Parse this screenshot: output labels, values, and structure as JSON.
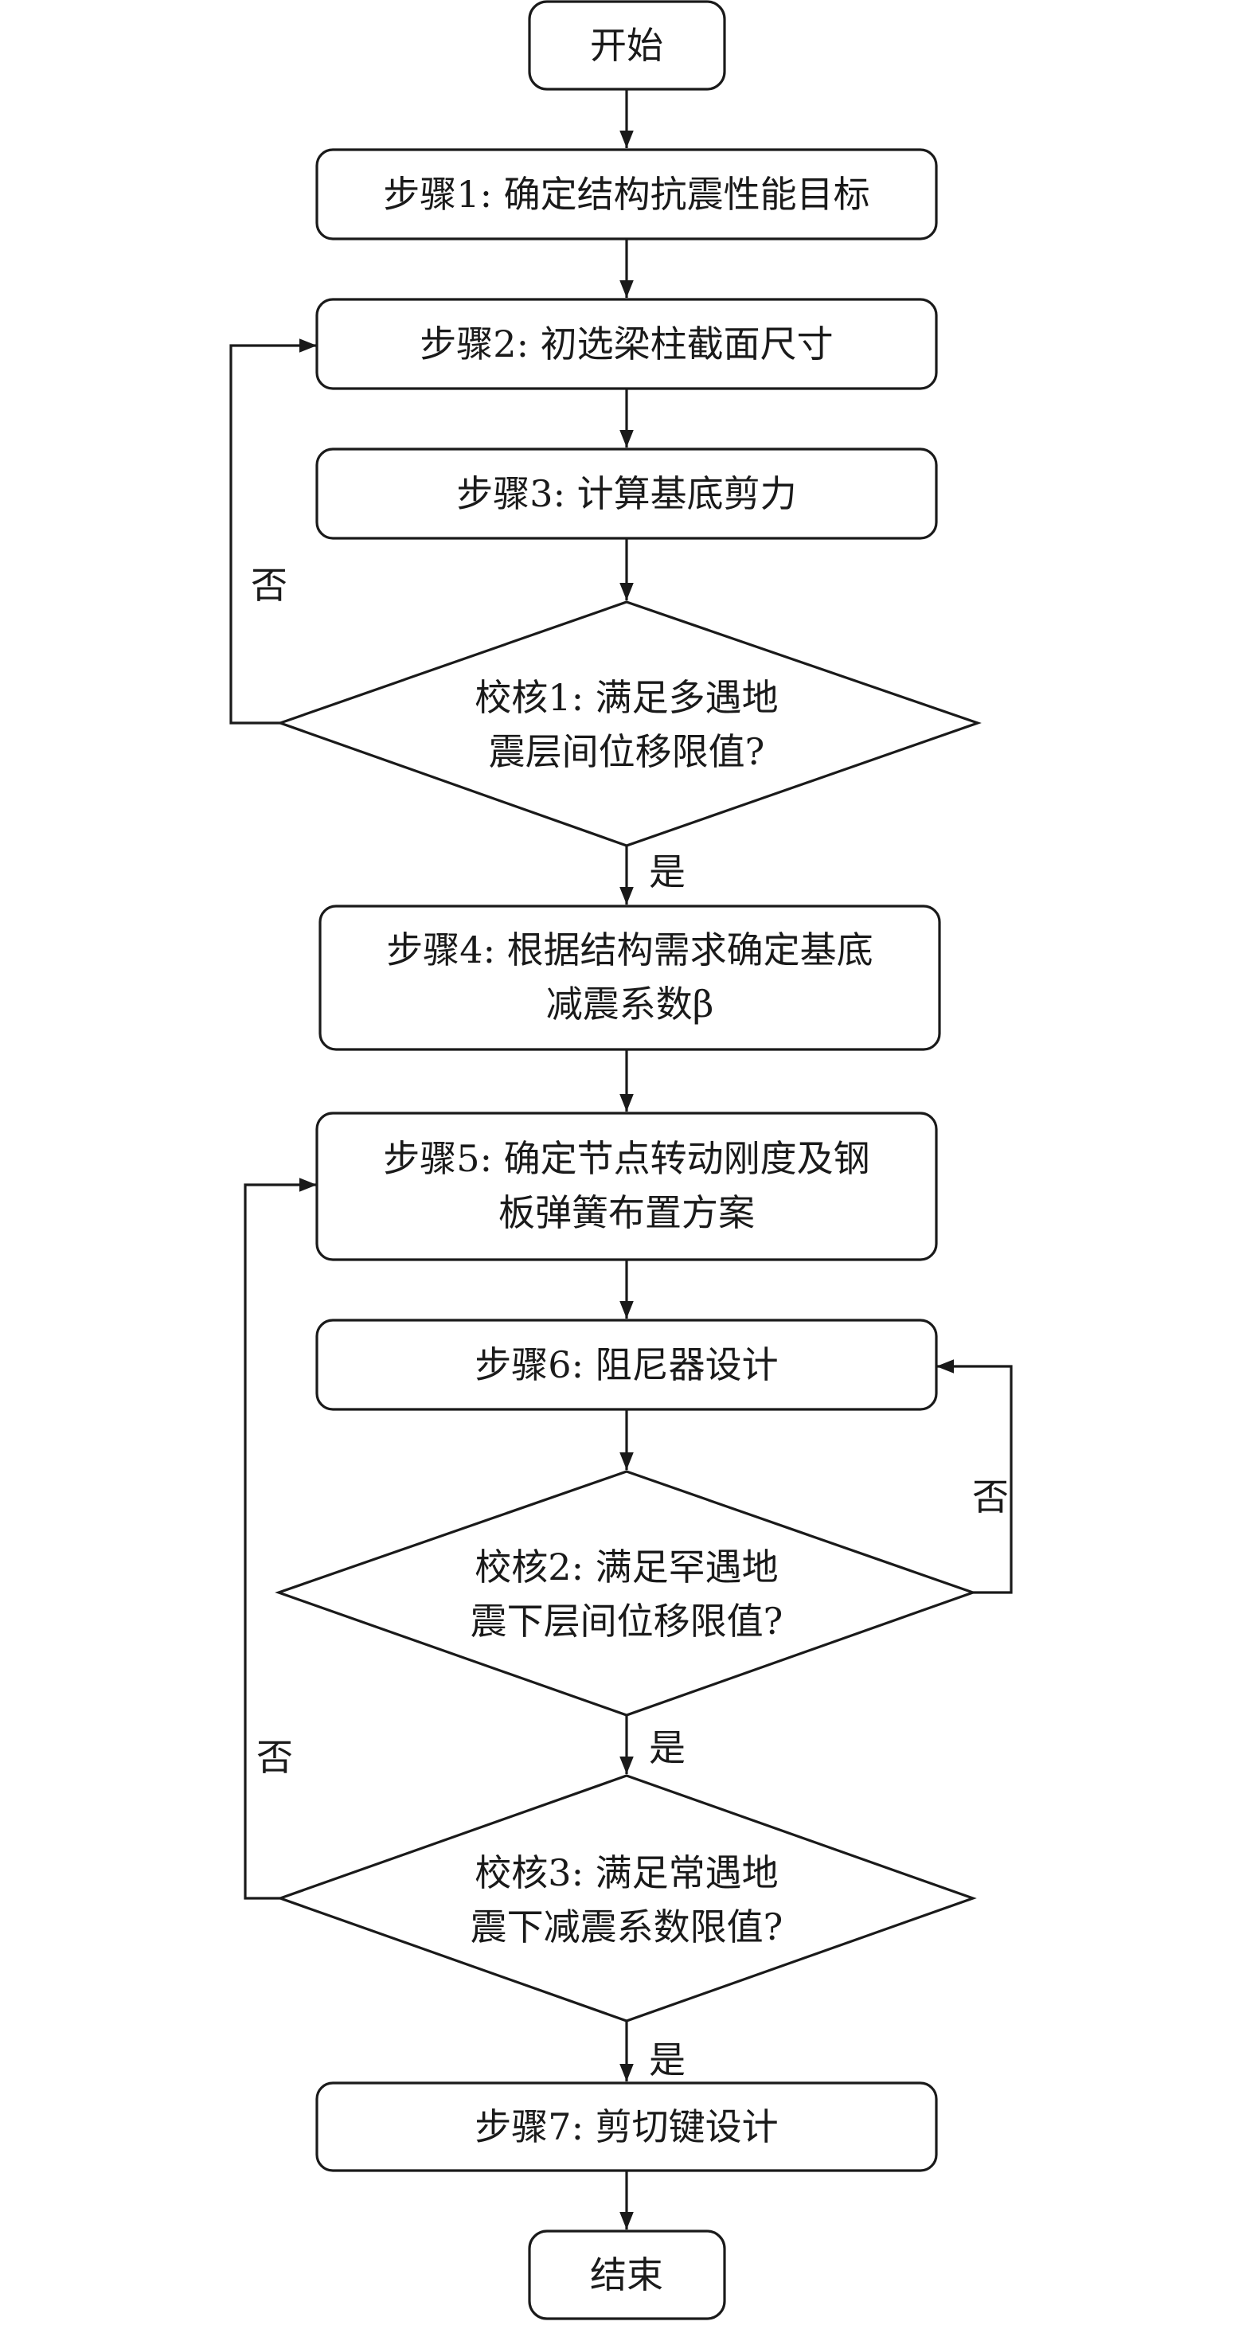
{
  "nodes": {
    "start": "开始",
    "step1": "步骤1: 确定结构抗震性能目标",
    "step2": "步骤2: 初选梁柱截面尺寸",
    "step3": "步骤3: 计算基底剪力",
    "check1": [
      "校核1: 满足多遇地",
      "震层间位移限值?"
    ],
    "step4": [
      "步骤4: 根据结构需求确定基底",
      "减震系数β"
    ],
    "step5": [
      "步骤5: 确定节点转动刚度及钢",
      "板弹簧布置方案"
    ],
    "step6": "步骤6: 阻尼器设计",
    "check2": [
      "校核2: 满足罕遇地",
      "震下层间位移限值?"
    ],
    "check3": [
      "校核3: 满足常遇地",
      "震下减震系数限值?"
    ],
    "step7": "步骤7: 剪切键设计",
    "end": "结束"
  },
  "edge_labels": {
    "check1_yes": "是",
    "check1_no": "否",
    "check2_yes": "是",
    "check2_no": "否",
    "check3_yes": "是",
    "check3_no": "否"
  }
}
